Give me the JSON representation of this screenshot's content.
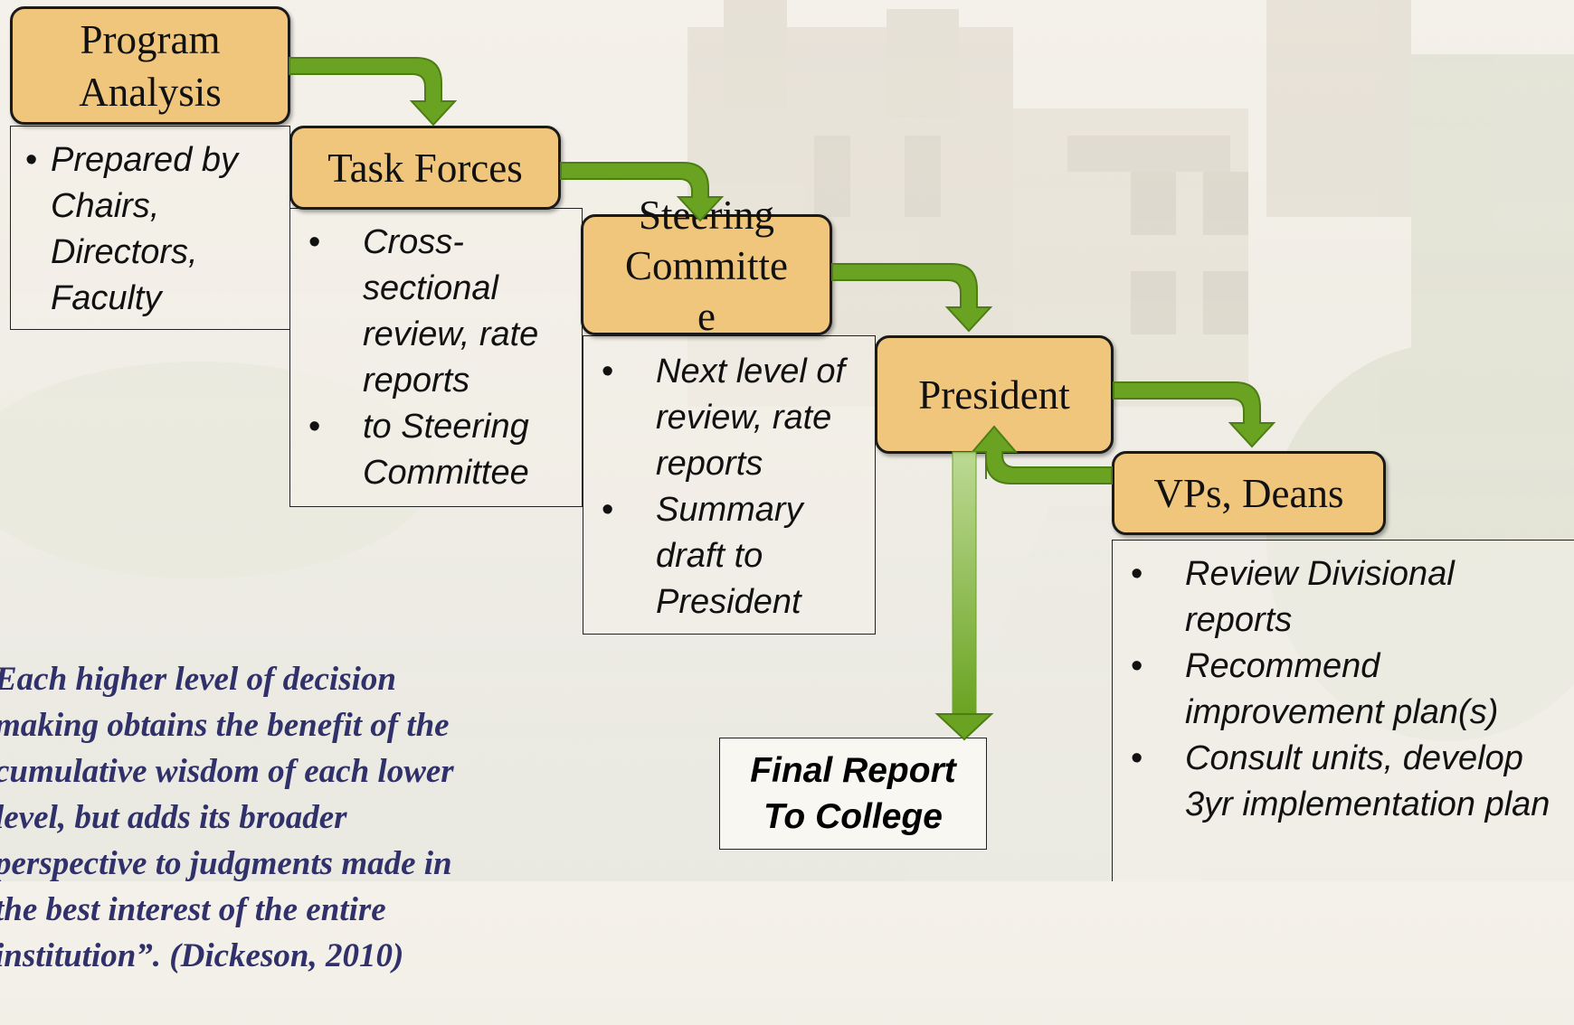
{
  "nodes": {
    "program_analysis": "Program Analysis",
    "task_forces": "Task Forces",
    "steering_committee": "Steering Committe e",
    "president": "President",
    "vps_deans": "VPs, Deans"
  },
  "panels": {
    "program_analysis": [
      "Prepared by Chairs, Directors, Faculty"
    ],
    "task_forces": [
      "Cross-sectional review, rate reports",
      "to Steering Committee"
    ],
    "steering_committee": [
      "Next level of review, rate reports",
      "Summary draft to President"
    ],
    "vps_deans": [
      "Review Divisional reports",
      "Recommend improvement plan(s)",
      "Consult units, develop 3yr implementation plan"
    ]
  },
  "final_report": "Final Report To College",
  "quote": "Each higher level of decision making obtains the benefit of the cumulative wisdom of each lower level, but adds its broader perspective to judgments made in the best interest of the entire institution”. (Dickeson, 2010)",
  "colors": {
    "node_fill": "#efc67c",
    "arrow_green": "#6aa321",
    "quote_text": "#30306a"
  }
}
